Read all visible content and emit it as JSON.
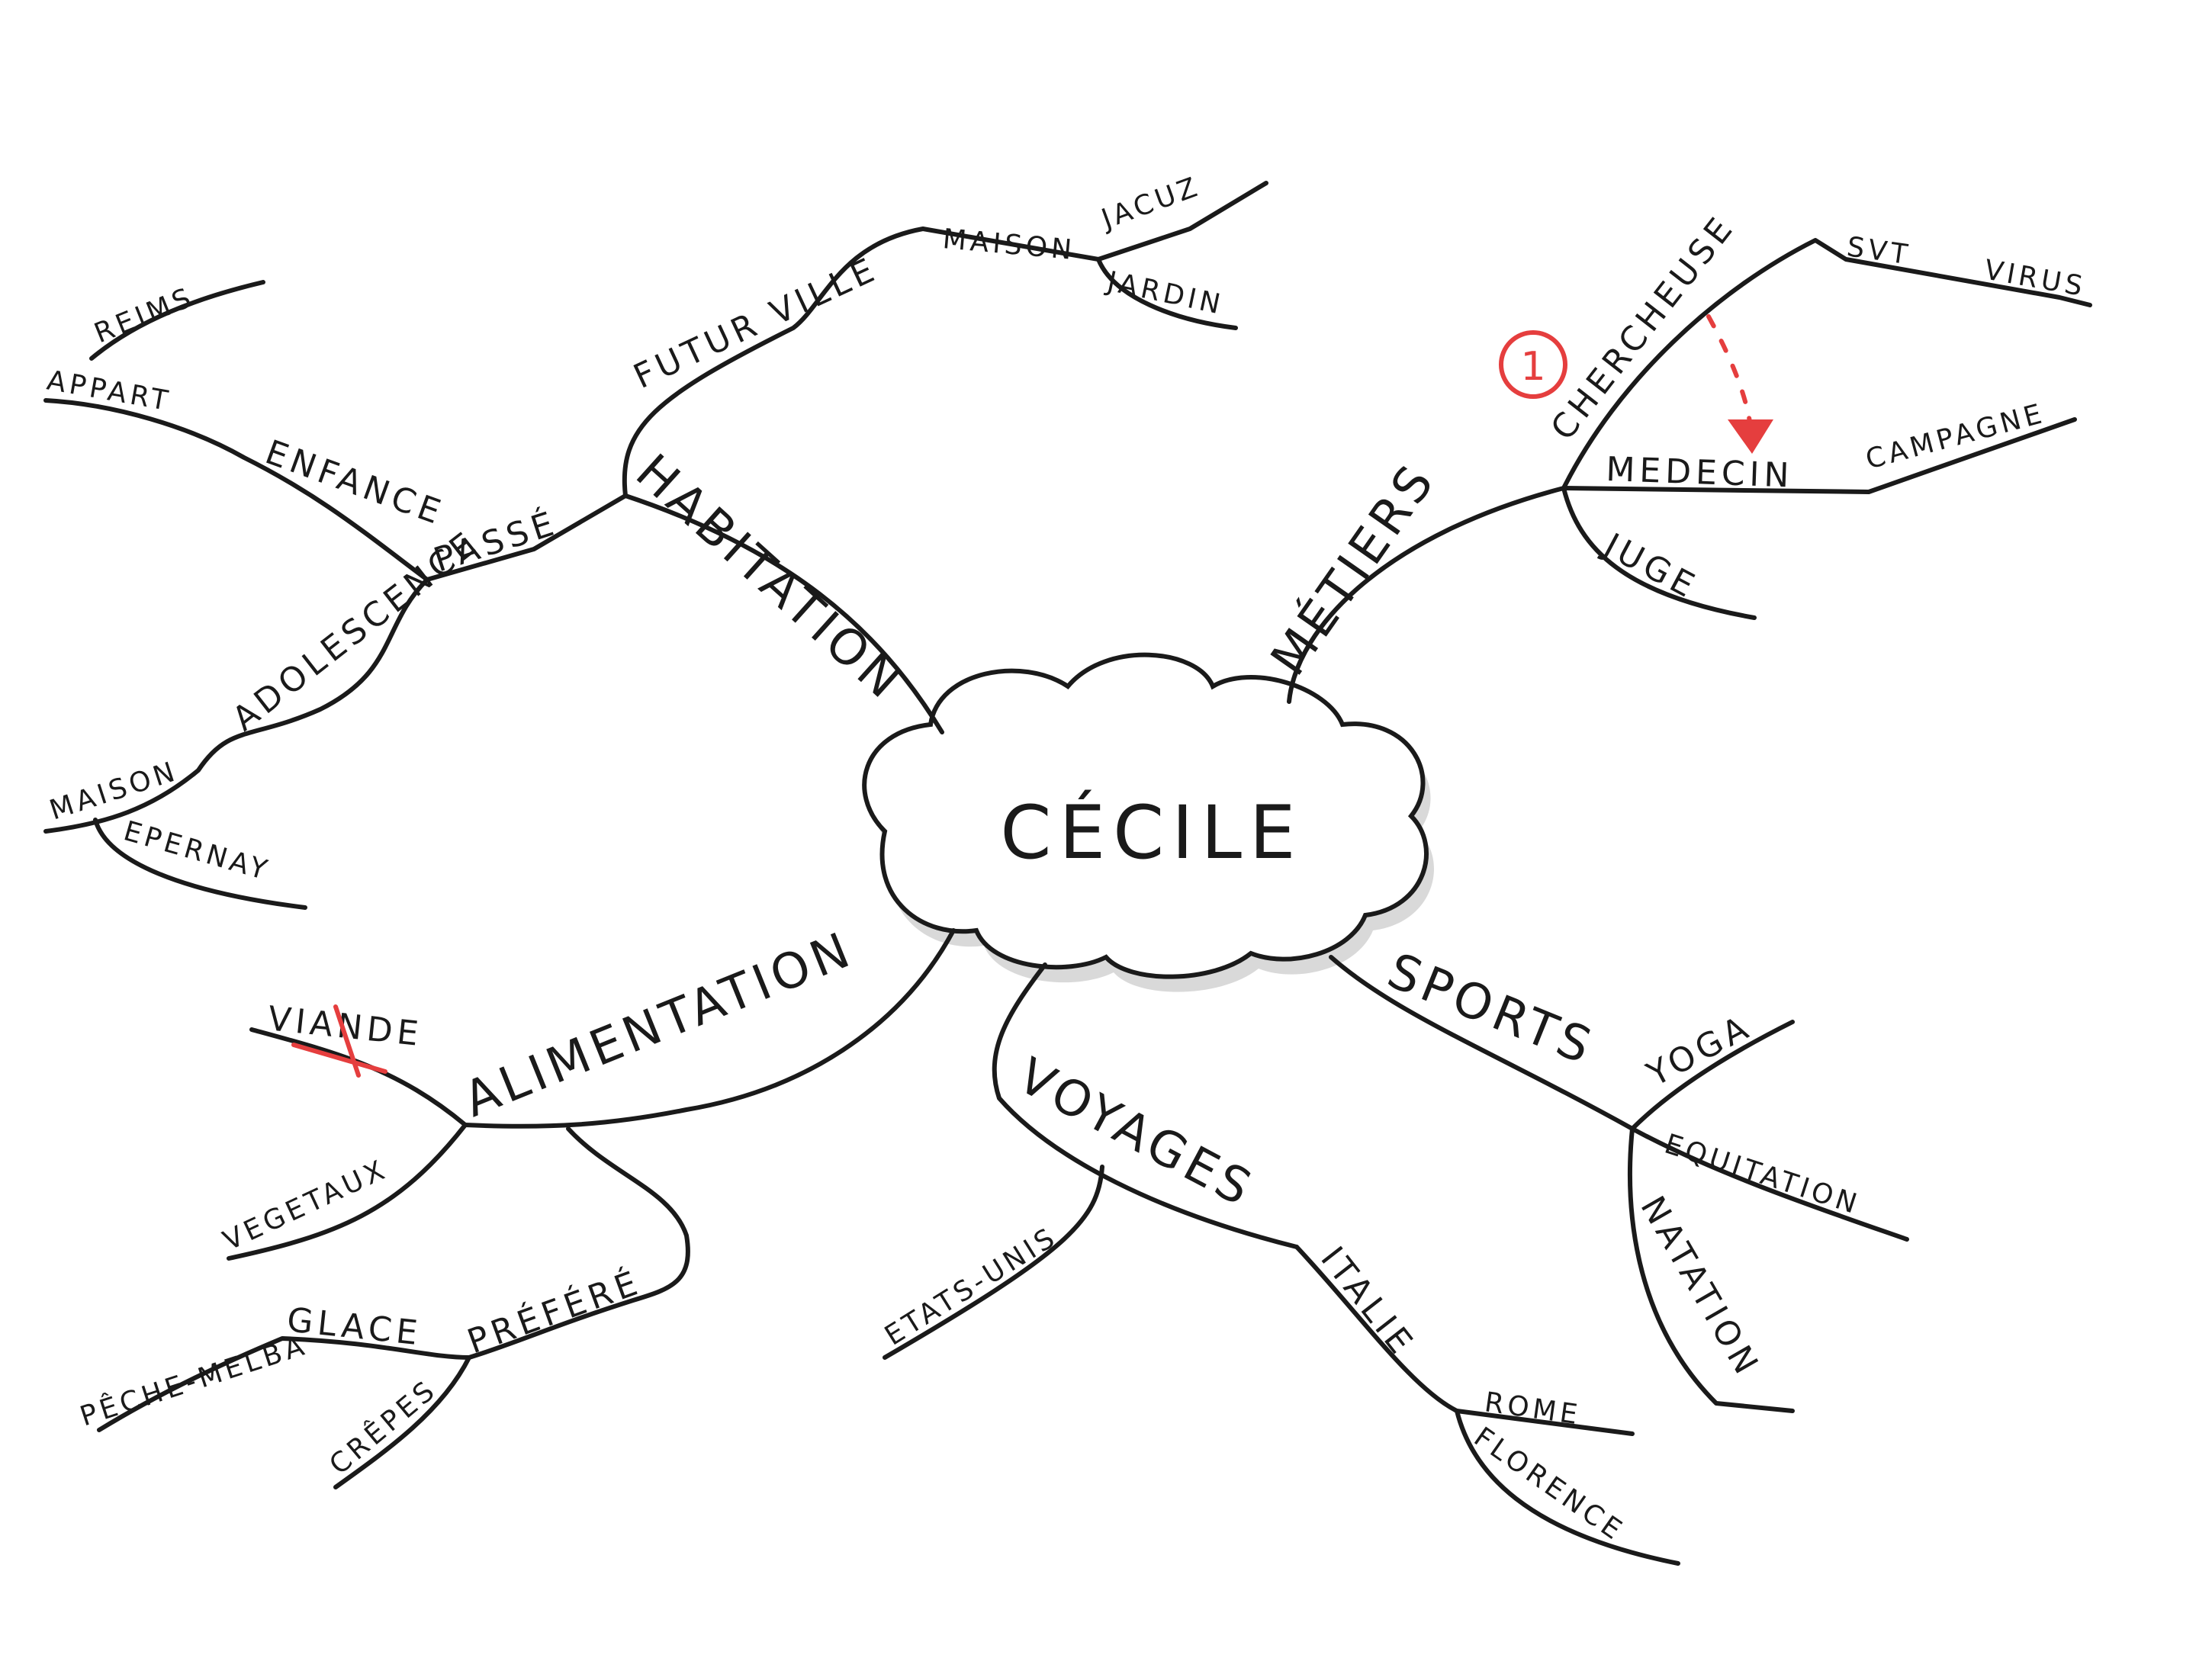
{
  "center": {
    "label": "CÉCILE"
  },
  "branches": {
    "habitation": {
      "label": "HABITATION",
      "futur_ville": "FUTUR VILLE",
      "maison": "MAISON",
      "jacuz": "JACUZ",
      "jardin": "JARDIN",
      "passe": "PASSÉ",
      "enfance": "ENFANCE",
      "appart": "APPART",
      "reims": "REIMS",
      "adolescence": "ADOLESCENCE",
      "maison2": "MAISON",
      "epernay": "EPERNAY"
    },
    "metiers": {
      "label": "MÉTIERS",
      "chercheuse": "CHERCHEUSE",
      "svt": "SVT",
      "virus": "VIRUS",
      "medecin": "MEDECIN",
      "campagne": "CAMPAGNE",
      "juge": "JUGE",
      "priority_mark": "1"
    },
    "alimentation": {
      "label": "ALIMENTATION",
      "viande": "VIANDE",
      "vegetaux": "VEGETAUX",
      "prefere": "PRÉFÉRÉ",
      "glace": "GLACE",
      "peche_melba": "PÊCHE-MELBA",
      "crepes": "CRÊPES"
    },
    "voyages": {
      "label": "VOYAGES",
      "etats_unis": "ETATS-UNIS",
      "italie": "ITALIE",
      "rome": "ROME",
      "florence": "FLORENCE"
    },
    "sports": {
      "label": "SPORTS",
      "yoga": "YOGA",
      "equitation": "EQUITATION",
      "natation": "NATATION"
    }
  },
  "colors": {
    "ink": "#1a1a1a",
    "annotation": "#e53e3e",
    "shadow": "#d9d9d9"
  }
}
